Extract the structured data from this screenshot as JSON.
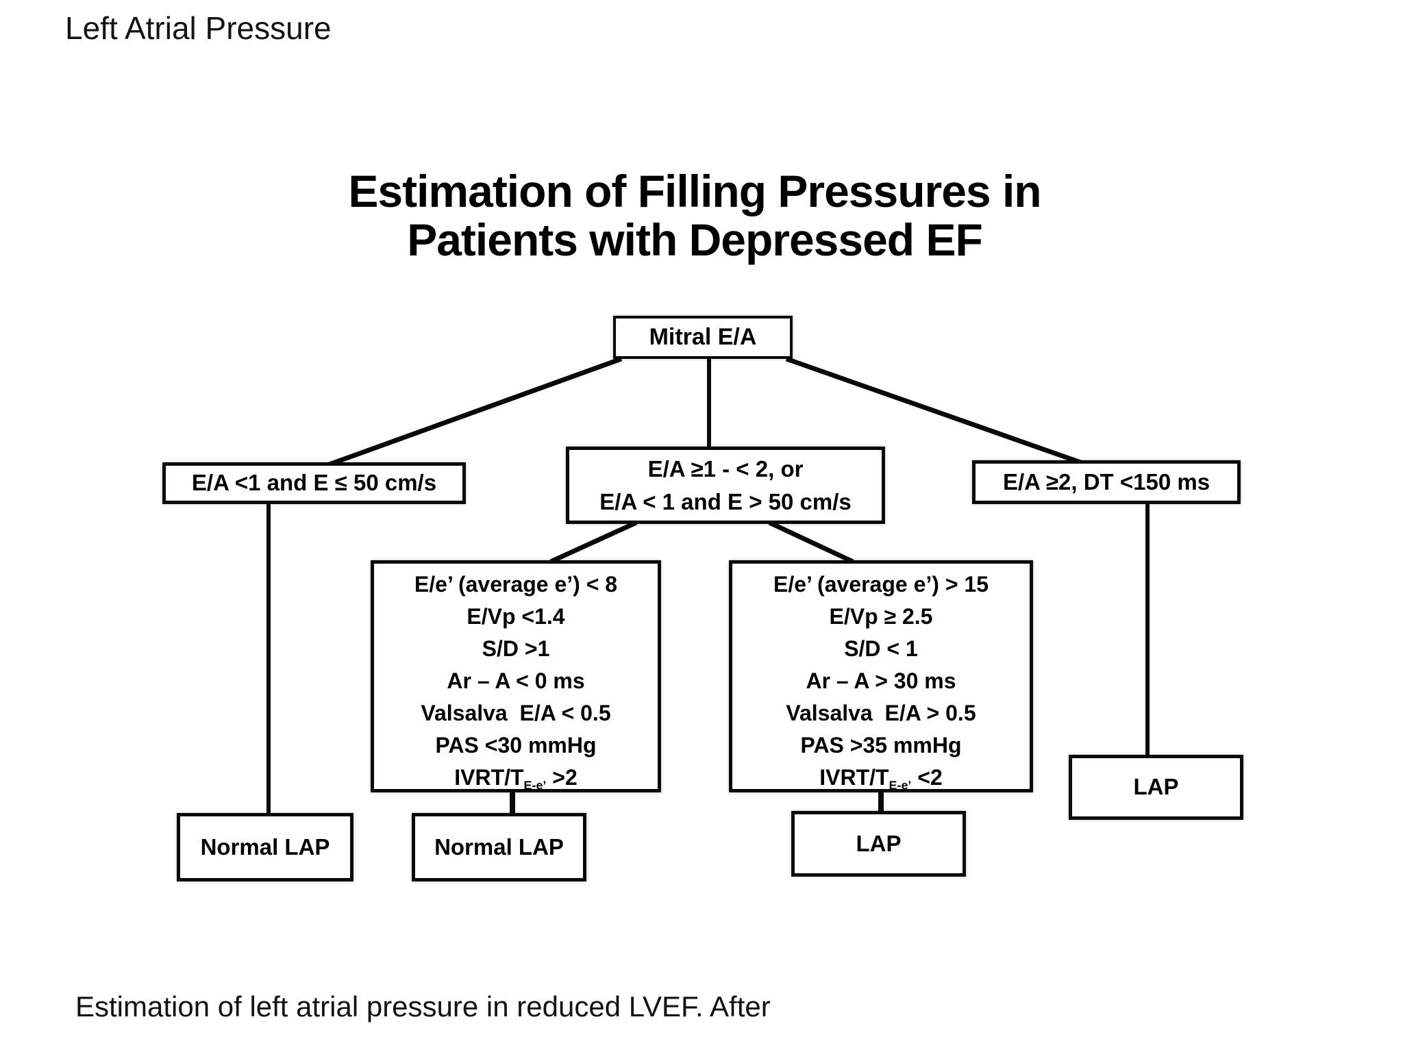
{
  "slide": {
    "title": "Left Atrial Pressure",
    "caption": "Estimation of left atrial pressure in reduced LVEF. After"
  },
  "diagram": {
    "title": {
      "line1": "Estimation of Filling Pressures in",
      "line2": "Patients with Depressed EF"
    },
    "nodes": {
      "root": {
        "label": "Mitral E/A"
      },
      "branch_left": {
        "label": "E/A <1 and E ≤ 50 cm/s"
      },
      "branch_center": {
        "line1": "E/A ≥1 - < 2, or",
        "line2": "E/A < 1 and E > 50 cm/s"
      },
      "branch_right": {
        "label": "E/A ≥2, DT <150 ms"
      },
      "criteria_normal": {
        "lines": [
          "E/e’ (average e’) < 8",
          "E/Vp <1.4",
          "S/D >1",
          "Ar – A < 0 ms",
          "Valsalva  E/A < 0.5",
          "PAS <30 mmHg"
        ],
        "ivrt": {
          "prefix": "IVRT/T",
          "sub": "E-e’",
          "suffix": " >2"
        }
      },
      "criteria_elevated": {
        "lines": [
          "E/e’ (average e’) > 15",
          "E/Vp ≥ 2.5",
          "S/D < 1",
          "Ar – A > 30 ms",
          "Valsalva  E/A > 0.5",
          "PAS >35 mmHg"
        ],
        "ivrt": {
          "prefix": "IVRT/T",
          "sub": "E-e’",
          "suffix": " <2"
        }
      },
      "outcome_normal_lap_left": {
        "label": "Normal LAP"
      },
      "outcome_normal_lap_mid": {
        "label": "Normal LAP"
      },
      "outcome_lap_mid": {
        "label": "LAP"
      },
      "outcome_lap_right": {
        "label": "LAP"
      }
    },
    "colors": {
      "background": "#ffffff",
      "box_border": "#0a0a0a",
      "connector": "#0a0a0a",
      "text": "#000000"
    }
  }
}
